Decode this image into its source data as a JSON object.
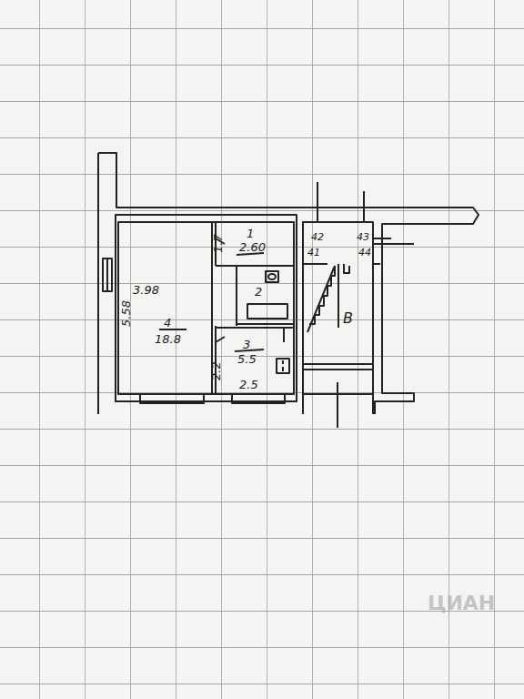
{
  "diagram": {
    "nodes": [
      {
        "text": [
          "3.98",
          "4",
          "18.8",
          "5.58"
        ]
      },
      {
        "text": [
          "1",
          "2.60",
          "1.7"
        ]
      },
      {
        "text": [
          "2"
        ]
      },
      {
        "text": [
          "3",
          "5.5",
          "2.5",
          "2.2"
        ]
      },
      {
        "text": [
          "В"
        ]
      }
    ],
    "labels": [
      "42",
      "43",
      "41",
      "44",
      "ЦИАН"
    ]
  }
}
